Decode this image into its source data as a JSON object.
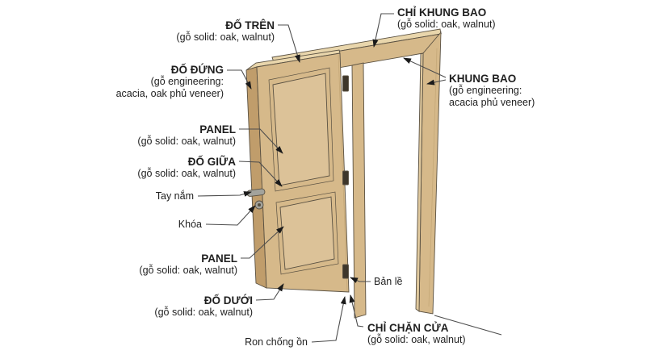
{
  "diagram_title": "Door anatomy diagram (Vietnamese)",
  "labels": {
    "do_tren": {
      "title": "ĐỐ TRÊN",
      "sub1": "(gỗ solid: oak, walnut)"
    },
    "chi_khung_bao": {
      "title": "CHỈ KHUNG BAO",
      "sub1": "(gỗ solid: oak, walnut)"
    },
    "do_dung": {
      "title": "ĐỐ ĐỨNG",
      "sub1": "(gỗ engineering:",
      "sub2": "acacia, oak phủ veneer)"
    },
    "panel_upper": {
      "title": "PANEL",
      "sub1": "(gỗ solid: oak, walnut)"
    },
    "do_giua": {
      "title": "ĐỐ GIỮA",
      "sub1": "(gỗ solid: oak, walnut)"
    },
    "tay_nam": {
      "title": "Tay nắm"
    },
    "khoa": {
      "title": "Khóa"
    },
    "panel_lower": {
      "title": "PANEL",
      "sub1": "(gỗ solid: oak, walnut)"
    },
    "do_duoi": {
      "title": "ĐỐ DƯỚI",
      "sub1": "(gỗ solid: oak, walnut)"
    },
    "khung_bao": {
      "title": "KHUNG BAO",
      "sub1": "(gỗ engineering:",
      "sub2": "acacia phủ veneer)"
    },
    "ban_le": {
      "title": "Bản lề"
    },
    "ron_chong_on": {
      "title": "Ron chống ồn"
    },
    "chi_chan_cua": {
      "title": "CHỈ CHẶN CỬA",
      "sub1": "(gỗ solid: oak, walnut)"
    }
  },
  "colors": {
    "background": "#ffffff",
    "wood_light": "#e9d6ac",
    "wood_mid": "#d6b98a",
    "wood_soft": "#e0c99e",
    "wood_dark": "#c09d6b",
    "wood_panel": "#dcc298",
    "outline": "#5a5142",
    "leader": "#4c4c4c",
    "arrow": "#1a1a1a",
    "grain": "#b29462",
    "metal": "#a3a39c",
    "metal_dark": "#55503f",
    "hinge": "#3d362b",
    "text": "#1f1f1f"
  }
}
